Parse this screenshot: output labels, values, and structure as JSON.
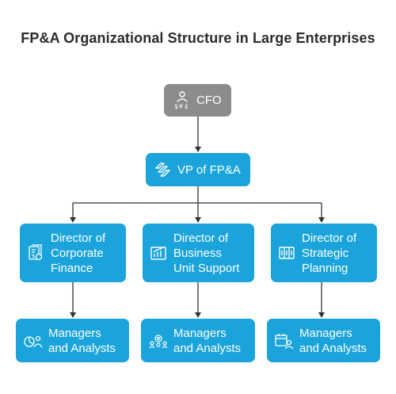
{
  "title": "FP&A Organizational Structure in Large Enterprises",
  "colors": {
    "node_blue": "#1aa4db",
    "node_gray": "#8c8c8c",
    "connector": "#333333",
    "title": "#2b2b2b"
  },
  "nodes": {
    "cfo": {
      "label": "CFO",
      "icon": "money-person-icon"
    },
    "vp": {
      "label": "VP of FP&A",
      "icon": "stacked-layers-icon"
    },
    "directors": [
      {
        "lines": [
          "Director of",
          "Corporate",
          "Finance"
        ],
        "icon": "financial-report-icon"
      },
      {
        "lines": [
          "Director of",
          "Business",
          "Unit Support"
        ],
        "icon": "bar-chart-icon"
      },
      {
        "lines": [
          "Director of",
          "Strategic",
          "Planning"
        ],
        "icon": "columns-icon"
      }
    ],
    "managers": [
      {
        "lines": [
          "Managers",
          "and Analysts"
        ],
        "icon": "analyst-pie-icon"
      },
      {
        "lines": [
          "Managers",
          "and Analysts"
        ],
        "icon": "team-gear-icon"
      },
      {
        "lines": [
          "Managers",
          "and Analysts"
        ],
        "icon": "calendar-person-icon"
      }
    ]
  }
}
